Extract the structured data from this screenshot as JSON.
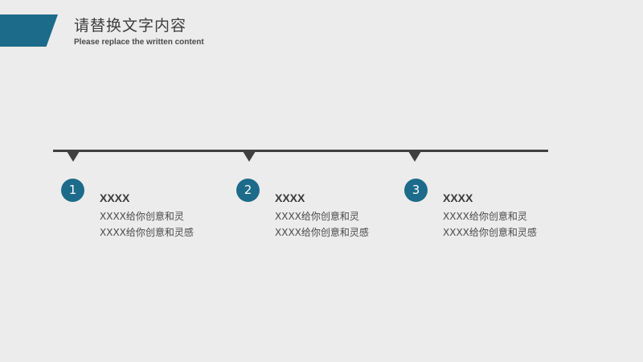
{
  "header": {
    "title": "请替换文字内容",
    "subtitle": "Please replace the written content"
  },
  "colors": {
    "accent": "#1c6b8a",
    "line": "#3f3f3f",
    "background": "#ececec"
  },
  "steps": [
    {
      "number": "1",
      "heading": "XXXX",
      "line1": "XXXX给你创意和灵",
      "line2": "XXXX给你创意和灵感"
    },
    {
      "number": "2",
      "heading": "XXXX",
      "line1": "XXXX给你创意和灵",
      "line2": "XXXX给你创意和灵感"
    },
    {
      "number": "3",
      "heading": "XXXX",
      "line1": "XXXX给你创意和灵",
      "line2": "XXXX给你创意和灵感"
    }
  ]
}
